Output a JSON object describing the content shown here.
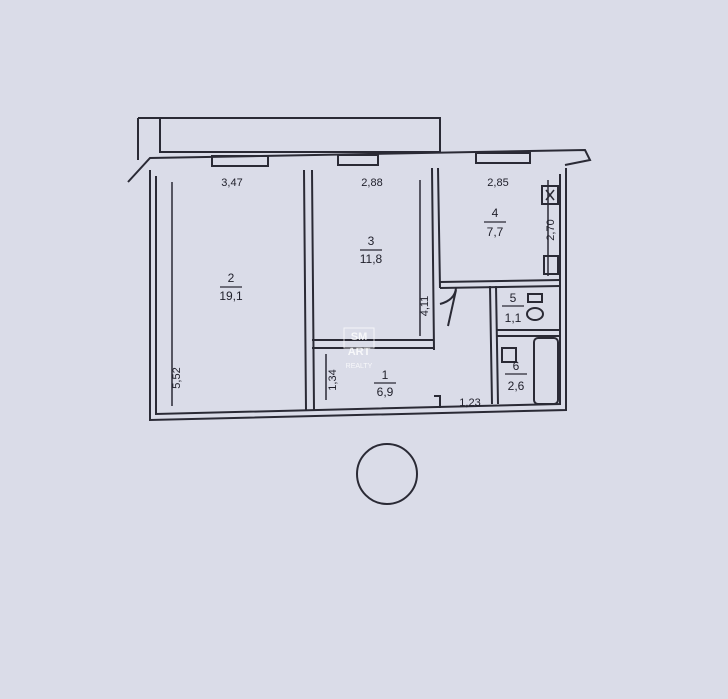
{
  "rooms": [
    {
      "number": "2",
      "area": "19,1"
    },
    {
      "number": "3",
      "area": "11,8"
    },
    {
      "number": "4",
      "area": "7,7"
    },
    {
      "number": "5",
      "area": "1,1"
    },
    {
      "number": "1",
      "area": "6,9"
    },
    {
      "number": "6",
      "area": "2,6"
    }
  ],
  "dimensions": {
    "room2_width": "3,47",
    "room3_width": "2,88",
    "room4_width": "2,85",
    "room4_depth": "2,70",
    "room3_depth": "4,11",
    "room2_depth": "5,52",
    "hall_depth": "1,34",
    "hall_width": "1,23"
  },
  "watermark": {
    "line1": "SM",
    "line2": "ART",
    "line3": "REALTY"
  },
  "colors": {
    "background": "#dadce8",
    "line": "#2a2a35",
    "text": "#1f1f2a"
  }
}
